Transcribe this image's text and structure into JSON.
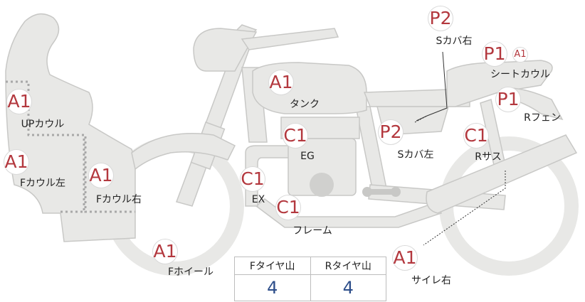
{
  "parts": [
    {
      "id": "tank",
      "grade": "A1",
      "label": "タンク"
    },
    {
      "id": "up-cowl",
      "grade": "A1",
      "label": "UPカウル"
    },
    {
      "id": "f-cowl-left",
      "grade": "A1",
      "label": "Fカウル左"
    },
    {
      "id": "f-cowl-right",
      "grade": "A1",
      "label": "Fカウル右"
    },
    {
      "id": "f-wheel",
      "grade": "A1",
      "label": "Fホイール"
    },
    {
      "id": "engine",
      "grade": "C1",
      "label": "EG"
    },
    {
      "id": "exhaust",
      "grade": "C1",
      "label": "EX"
    },
    {
      "id": "frame",
      "grade": "C1",
      "label": "フレーム"
    },
    {
      "id": "s-cover-right",
      "grade": "P2",
      "label": "Sカバ右"
    },
    {
      "id": "s-cover-left",
      "grade": "P2",
      "label": "Sカバ左"
    },
    {
      "id": "seat-cowl",
      "grade": "P1",
      "extra_grade": "A1",
      "label": "シートカウル"
    },
    {
      "id": "r-fender",
      "grade": "P1",
      "label": "Rフェン"
    },
    {
      "id": "r-suspension",
      "grade": "C1",
      "label": "Rサス"
    },
    {
      "id": "silencer-right",
      "grade": "A1",
      "label": "サイレ右"
    }
  ],
  "tire_table": {
    "front_header": "Fタイヤ山",
    "rear_header": "Rタイヤ山",
    "front_value": "4",
    "rear_value": "4"
  },
  "colors": {
    "part_fill": "#e8e8e6",
    "part_stroke": "#c8c8c6",
    "grade_text": "#b3383e",
    "value_text": "#2d4e8a"
  }
}
